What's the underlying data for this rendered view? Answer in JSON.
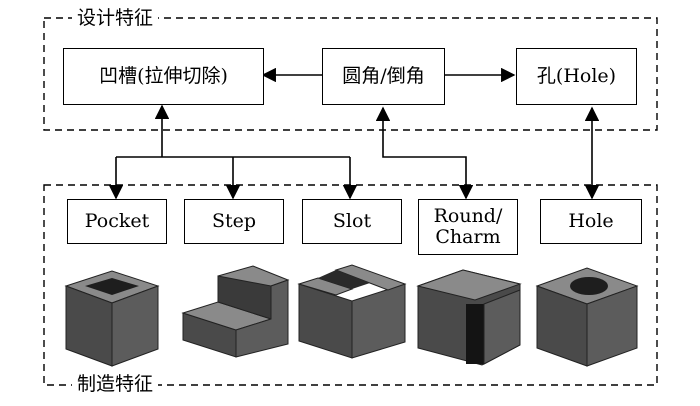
{
  "design_group": {
    "title": "设计特征",
    "features": {
      "pocket_cut": "凹槽(拉伸切除)",
      "fillet_chamfer": "圆角/倒角",
      "hole": "孔(Hole)"
    }
  },
  "manufacturing_group": {
    "title": "制造特征",
    "features": [
      {
        "label": "Pocket",
        "icon": "pocket-block-icon"
      },
      {
        "label": "Step",
        "icon": "step-block-icon"
      },
      {
        "label": "Slot",
        "icon": "slot-block-icon"
      },
      {
        "label": "Round/\nCharm",
        "icon": "round-block-icon"
      },
      {
        "label": "Hole",
        "icon": "hole-block-icon"
      }
    ]
  },
  "colors": {
    "line": "#000000",
    "block_dark": "#4a4a4a",
    "block_top": "#8a8a8a",
    "block_side": "#2e2e2e"
  }
}
